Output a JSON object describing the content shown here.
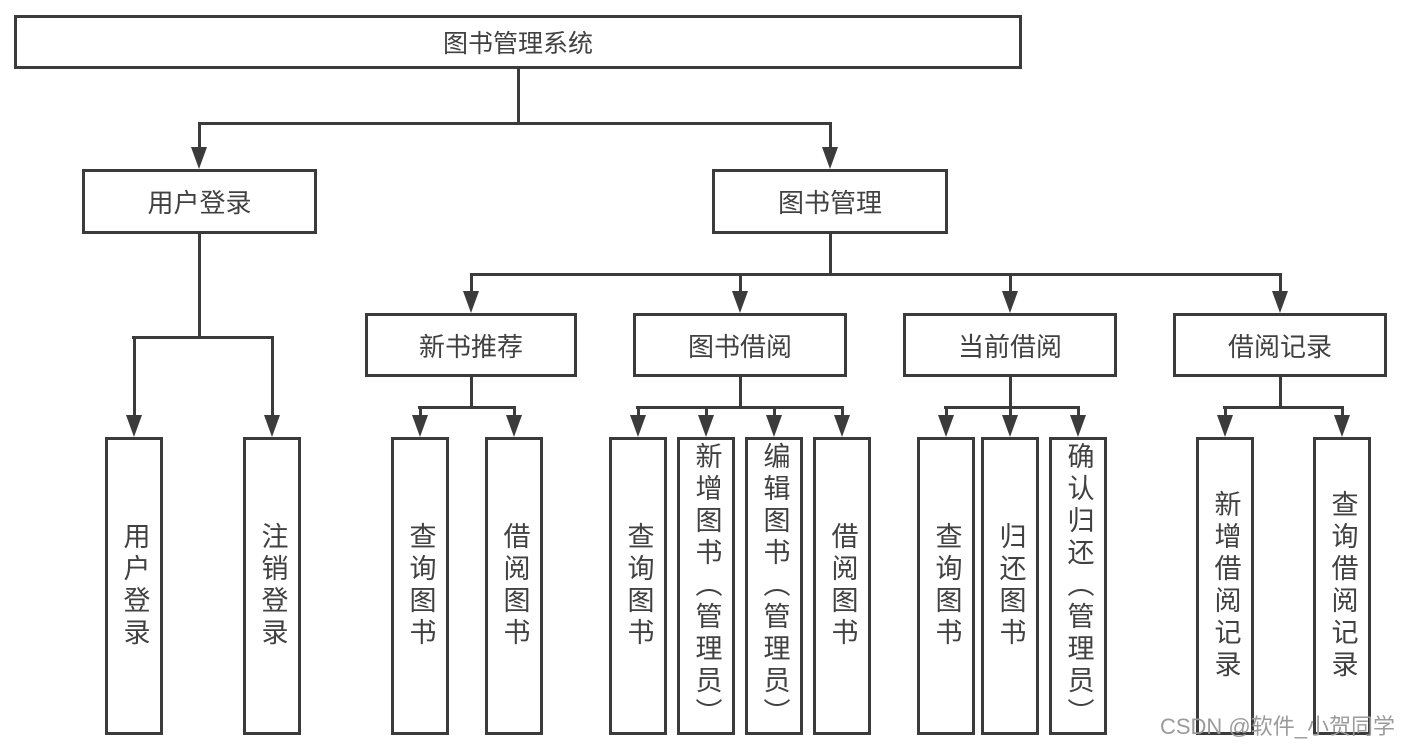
{
  "diagram": {
    "type": "hierarchy-tree",
    "root": {
      "label": "图书管理系统",
      "children": [
        {
          "label": "用户登录",
          "children": [
            {
              "label": "用户登录"
            },
            {
              "label": "注销登录"
            }
          ]
        },
        {
          "label": "图书管理",
          "children": [
            {
              "label": "新书推荐",
              "children": [
                {
                  "label": "查询图书"
                },
                {
                  "label": "借阅图书"
                }
              ]
            },
            {
              "label": "图书借阅",
              "children": [
                {
                  "label": "查询图书"
                },
                {
                  "label": "新增图书（管理员）"
                },
                {
                  "label": "编辑图书（管理员）"
                },
                {
                  "label": "借阅图书"
                }
              ]
            },
            {
              "label": "当前借阅",
              "children": [
                {
                  "label": "查询图书"
                },
                {
                  "label": "归还图书"
                },
                {
                  "label": "确认归还（管理员）"
                }
              ]
            },
            {
              "label": "借阅记录",
              "children": [
                {
                  "label": "新增借阅记录"
                },
                {
                  "label": "查询借阅记录"
                }
              ]
            }
          ]
        }
      ]
    },
    "watermark": "CSDN @软件_小贺同学",
    "colors": {
      "line": "#3b3b3b",
      "text": "#414141",
      "background": "#ffffff",
      "watermark": "#9b9b9b"
    }
  }
}
